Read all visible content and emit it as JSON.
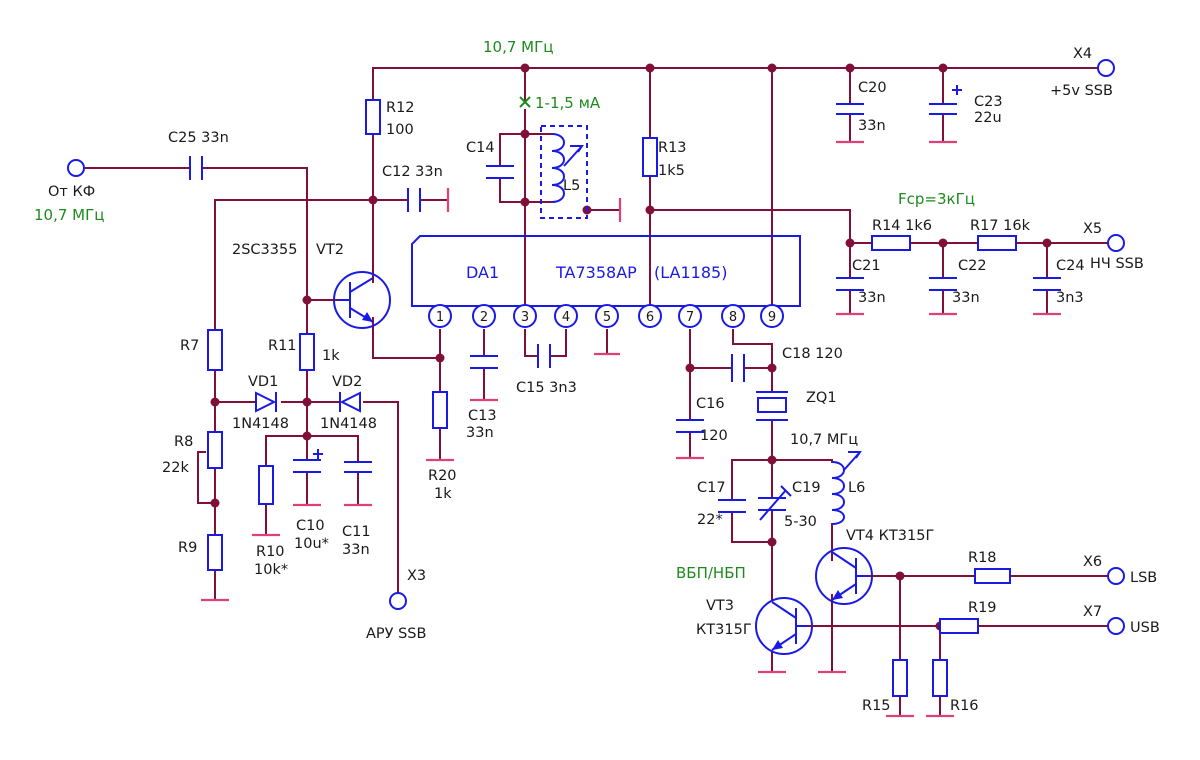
{
  "chip": {
    "designator": "DA1",
    "part": "TA7358AP",
    "alt_part": "(LA1185)",
    "pins": [
      "1",
      "2",
      "3",
      "4",
      "5",
      "6",
      "7",
      "8",
      "9"
    ]
  },
  "notes": {
    "freq_top": "10,7 МГц",
    "current": "1-1,5 мА",
    "fcp": "Fср=3кГц",
    "freq_zq": "10,7 МГц",
    "vbp": "ВБП/НБП"
  },
  "terminals": {
    "input_label": "От КФ",
    "input_freq": "10,7 МГц",
    "x3_name": "X3",
    "x3_label": "АРУ SSB",
    "x4_name": "X4",
    "x4_label": "+5v SSB",
    "x5_name": "X5",
    "x5_label": "НЧ SSB",
    "x6_name": "X6",
    "x6_label": "LSB",
    "x7_name": "X7",
    "x7_label": "USB"
  },
  "parts": {
    "c25": "C25 33n",
    "r12": "R12",
    "r12v": "100",
    "c12": "C12 33n",
    "c14": "C14",
    "l5": "L5",
    "r13": "R13",
    "r13v": "1k5",
    "c20": "C20",
    "c20v": "33n",
    "c23": "C23",
    "c23v": "22u",
    "r14": "R14 1k6",
    "r17": "R17 16k",
    "c21": "C21",
    "c21v": "33n",
    "c22": "C22",
    "c22v": "33n",
    "c24": "C24",
    "c24v": "3n3",
    "vt2_type": "2SC3355",
    "vt2": "VT2",
    "r7": "R7",
    "r11": "R11",
    "r11v": "1k",
    "vd1": "VD1",
    "vd1v": "1N4148",
    "vd2": "VD2",
    "vd2v": "1N4148",
    "r8": "R8",
    "r8v": "22k",
    "r9": "R9",
    "r10": "R10",
    "r10v": "10k*",
    "c10": "C10",
    "c10v": "10u*",
    "c11": "C11",
    "c11v": "33n",
    "c13": "C13",
    "c13v": "33n",
    "c15": "C15 3n3",
    "r20": "R20",
    "r20v": "1k",
    "c18": "C18 120",
    "zq1": "ZQ1",
    "c16": "C16",
    "c16v": "120",
    "c17": "C17",
    "c17v": "22*",
    "c19": "C19",
    "c19v": "5-30",
    "l6": "L6",
    "vt4": "VT4 КТ315Г",
    "vt3": "VT3",
    "vt3v": "КТ315Г",
    "r18": "R18",
    "r19": "R19",
    "r15": "R15",
    "r16": "R16"
  },
  "colors": {
    "wire": "#80103a",
    "component": "#1a1ae6",
    "ground": "#e0407a",
    "note": "#1e8a1e"
  }
}
